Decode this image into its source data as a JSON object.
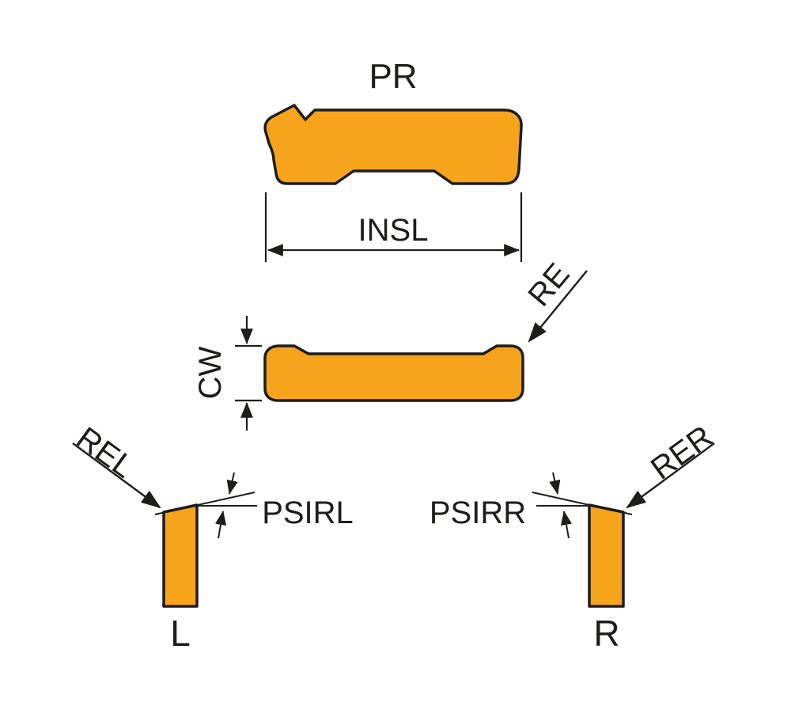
{
  "labels": {
    "pr": "PR",
    "insl": "INSL",
    "cw": "CW",
    "re": "RE",
    "rel": "REL",
    "rer": "RER",
    "psirl": "PSIRL",
    "psirr": "PSIRR",
    "left_hand": "L",
    "right_hand": "R"
  },
  "colors": {
    "insert_fill": "#F7A41D",
    "line_color": "#1D1D1B",
    "background": "#FFFFFF"
  }
}
